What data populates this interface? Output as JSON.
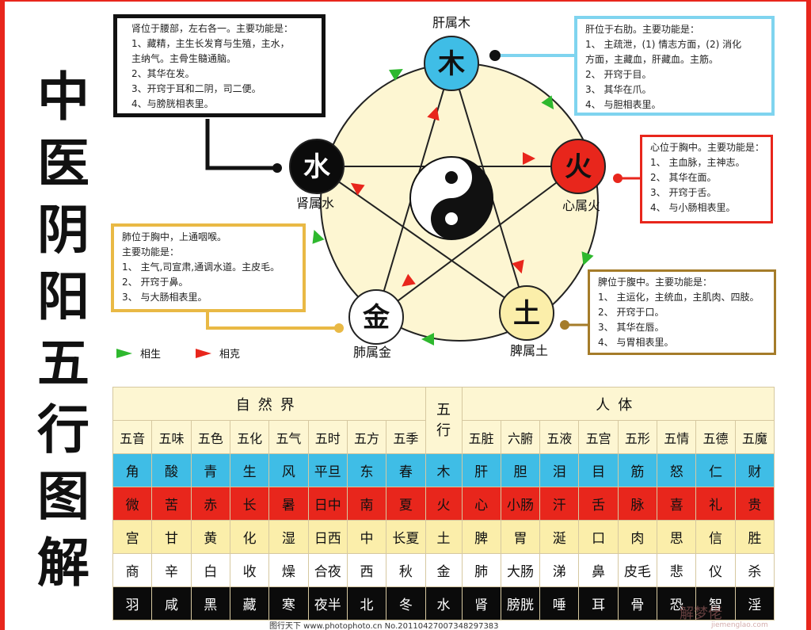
{
  "title_chars": [
    "中",
    "医",
    "阴",
    "阳",
    "五",
    "行",
    "图",
    "解"
  ],
  "elements": [
    {
      "key": "wood",
      "glyph": "木",
      "label": "肝属木",
      "fill": "#3fbde6"
    },
    {
      "key": "fire",
      "glyph": "火",
      "label": "心属火",
      "fill": "#e8261c"
    },
    {
      "key": "earth",
      "glyph": "土",
      "label": "脾属土",
      "fill": "#fbeeaa"
    },
    {
      "key": "metal",
      "glyph": "金",
      "label": "肺属金",
      "fill": "#ffffff"
    },
    {
      "key": "water",
      "glyph": "水",
      "label": "肾属水",
      "fill": "#0b0b0b"
    }
  ],
  "boxes": {
    "kidney": [
      "肾位于腰部，左右各一。主要功能是：",
      "1、藏精，主生长发育与生殖，主水，",
      "主纳气。主骨生髓通脑。",
      "2、其华在发。",
      "3、开窍于耳和二阴，司二便。",
      "4、与膀胱相表里。"
    ],
    "liver": [
      "肝位于右肋。主要功能是：",
      "1、 主疏泄，(1) 情志方面，(2) 消化",
      "方面，主藏血，肝藏血。主筋。",
      "2、 开窍于目。",
      "3、 其华在爪。",
      "4、 与胆相表里。"
    ],
    "heart": [
      "心位于胸中。主要功能是：",
      "1、 主血脉，主神志。",
      "2、 其华在面。",
      "3、 开窍于舌。",
      "4、 与小肠相表里。"
    ],
    "lung": [
      "肺位于胸中，上通咽喉。",
      "主要功能是：",
      "1、 主气,司宣肃,通调水道。主皮毛。",
      "2、 开窍于鼻。",
      "3、 与大肠相表里。"
    ],
    "spleen": [
      "脾位于腹中。主要功能是：",
      "1、 主运化，主统血，主肌肉、四肢。",
      "2、 开窍于口。",
      "3、 其华在唇。",
      "4、 与胃相表里。"
    ]
  },
  "legend": {
    "generate": "相生",
    "restrain": "相克",
    "generate_color": "#2eb82e",
    "restrain_color": "#e8261c"
  },
  "table": {
    "nature_header": "自然界",
    "wuxing_header": "五行",
    "human_header": "人体",
    "nature_cols": [
      "五音",
      "五味",
      "五色",
      "五化",
      "五气",
      "五时",
      "五方",
      "五季"
    ],
    "human_cols": [
      "五脏",
      "六腑",
      "五液",
      "五宫",
      "五形",
      "五情",
      "五德",
      "五魔"
    ],
    "rows": [
      {
        "cls": "wood",
        "nature": [
          "角",
          "酸",
          "青",
          "生",
          "风",
          "平旦",
          "东",
          "春"
        ],
        "wx": "木",
        "human": [
          "肝",
          "胆",
          "泪",
          "目",
          "筋",
          "怒",
          "仁",
          "财"
        ]
      },
      {
        "cls": "fire",
        "nature": [
          "微",
          "苦",
          "赤",
          "长",
          "暑",
          "日中",
          "南",
          "夏"
        ],
        "wx": "火",
        "human": [
          "心",
          "小肠",
          "汗",
          "舌",
          "脉",
          "喜",
          "礼",
          "贵"
        ]
      },
      {
        "cls": "earth",
        "nature": [
          "宫",
          "甘",
          "黄",
          "化",
          "湿",
          "日西",
          "中",
          "长夏"
        ],
        "wx": "土",
        "human": [
          "脾",
          "胃",
          "涎",
          "口",
          "肉",
          "思",
          "信",
          "胜"
        ]
      },
      {
        "cls": "metal",
        "nature": [
          "商",
          "辛",
          "白",
          "收",
          "燥",
          "合夜",
          "西",
          "秋"
        ],
        "wx": "金",
        "human": [
          "肺",
          "大肠",
          "涕",
          "鼻",
          "皮毛",
          "悲",
          "仪",
          "杀"
        ]
      },
      {
        "cls": "water",
        "nature": [
          "羽",
          "咸",
          "黑",
          "藏",
          "寒",
          "夜半",
          "北",
          "冬"
        ],
        "wx": "水",
        "human": [
          "肾",
          "膀胱",
          "唾",
          "耳",
          "骨",
          "恐",
          "智",
          "淫"
        ]
      }
    ]
  },
  "footer": "图行天下  www.photophoto.cn  No.20110427007348297383",
  "watermark": "解梦佬",
  "watermark_sub": "jiemenglao.com"
}
